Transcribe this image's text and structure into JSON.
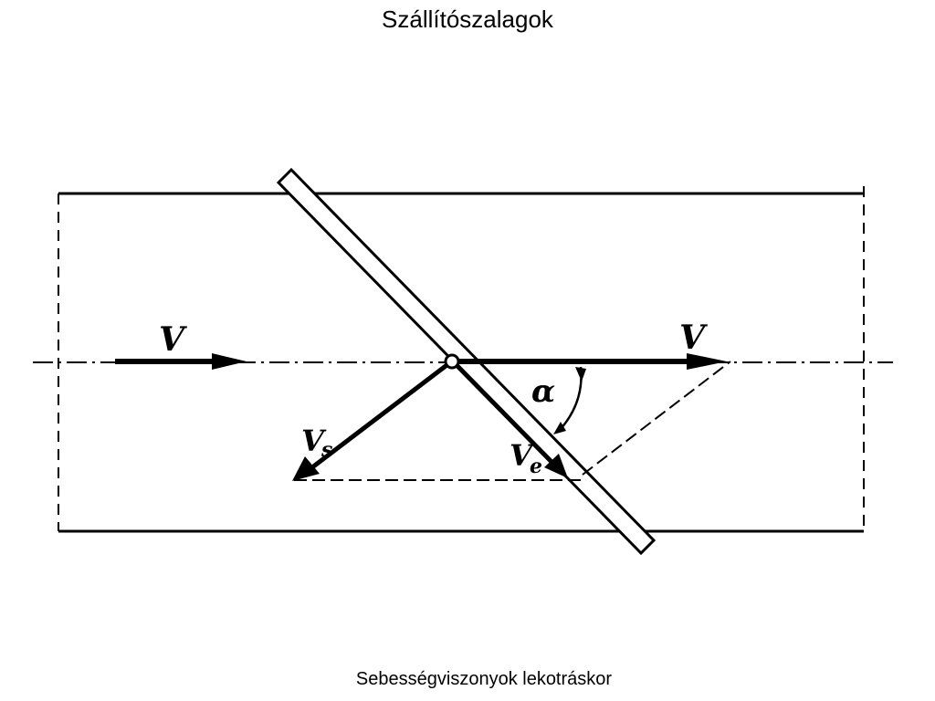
{
  "slide": {
    "title": "Szállítószalagok",
    "caption": "Sebességviszonyok lekotráskor"
  },
  "diagram": {
    "labels": {
      "v_in": "V",
      "v_out": "V",
      "v_s": "V",
      "v_s_sub": "s",
      "v_e": "V",
      "v_e_sub": "e",
      "alpha": "α"
    },
    "colors": {
      "ink": "#000000",
      "paper": "#ffffff"
    }
  }
}
